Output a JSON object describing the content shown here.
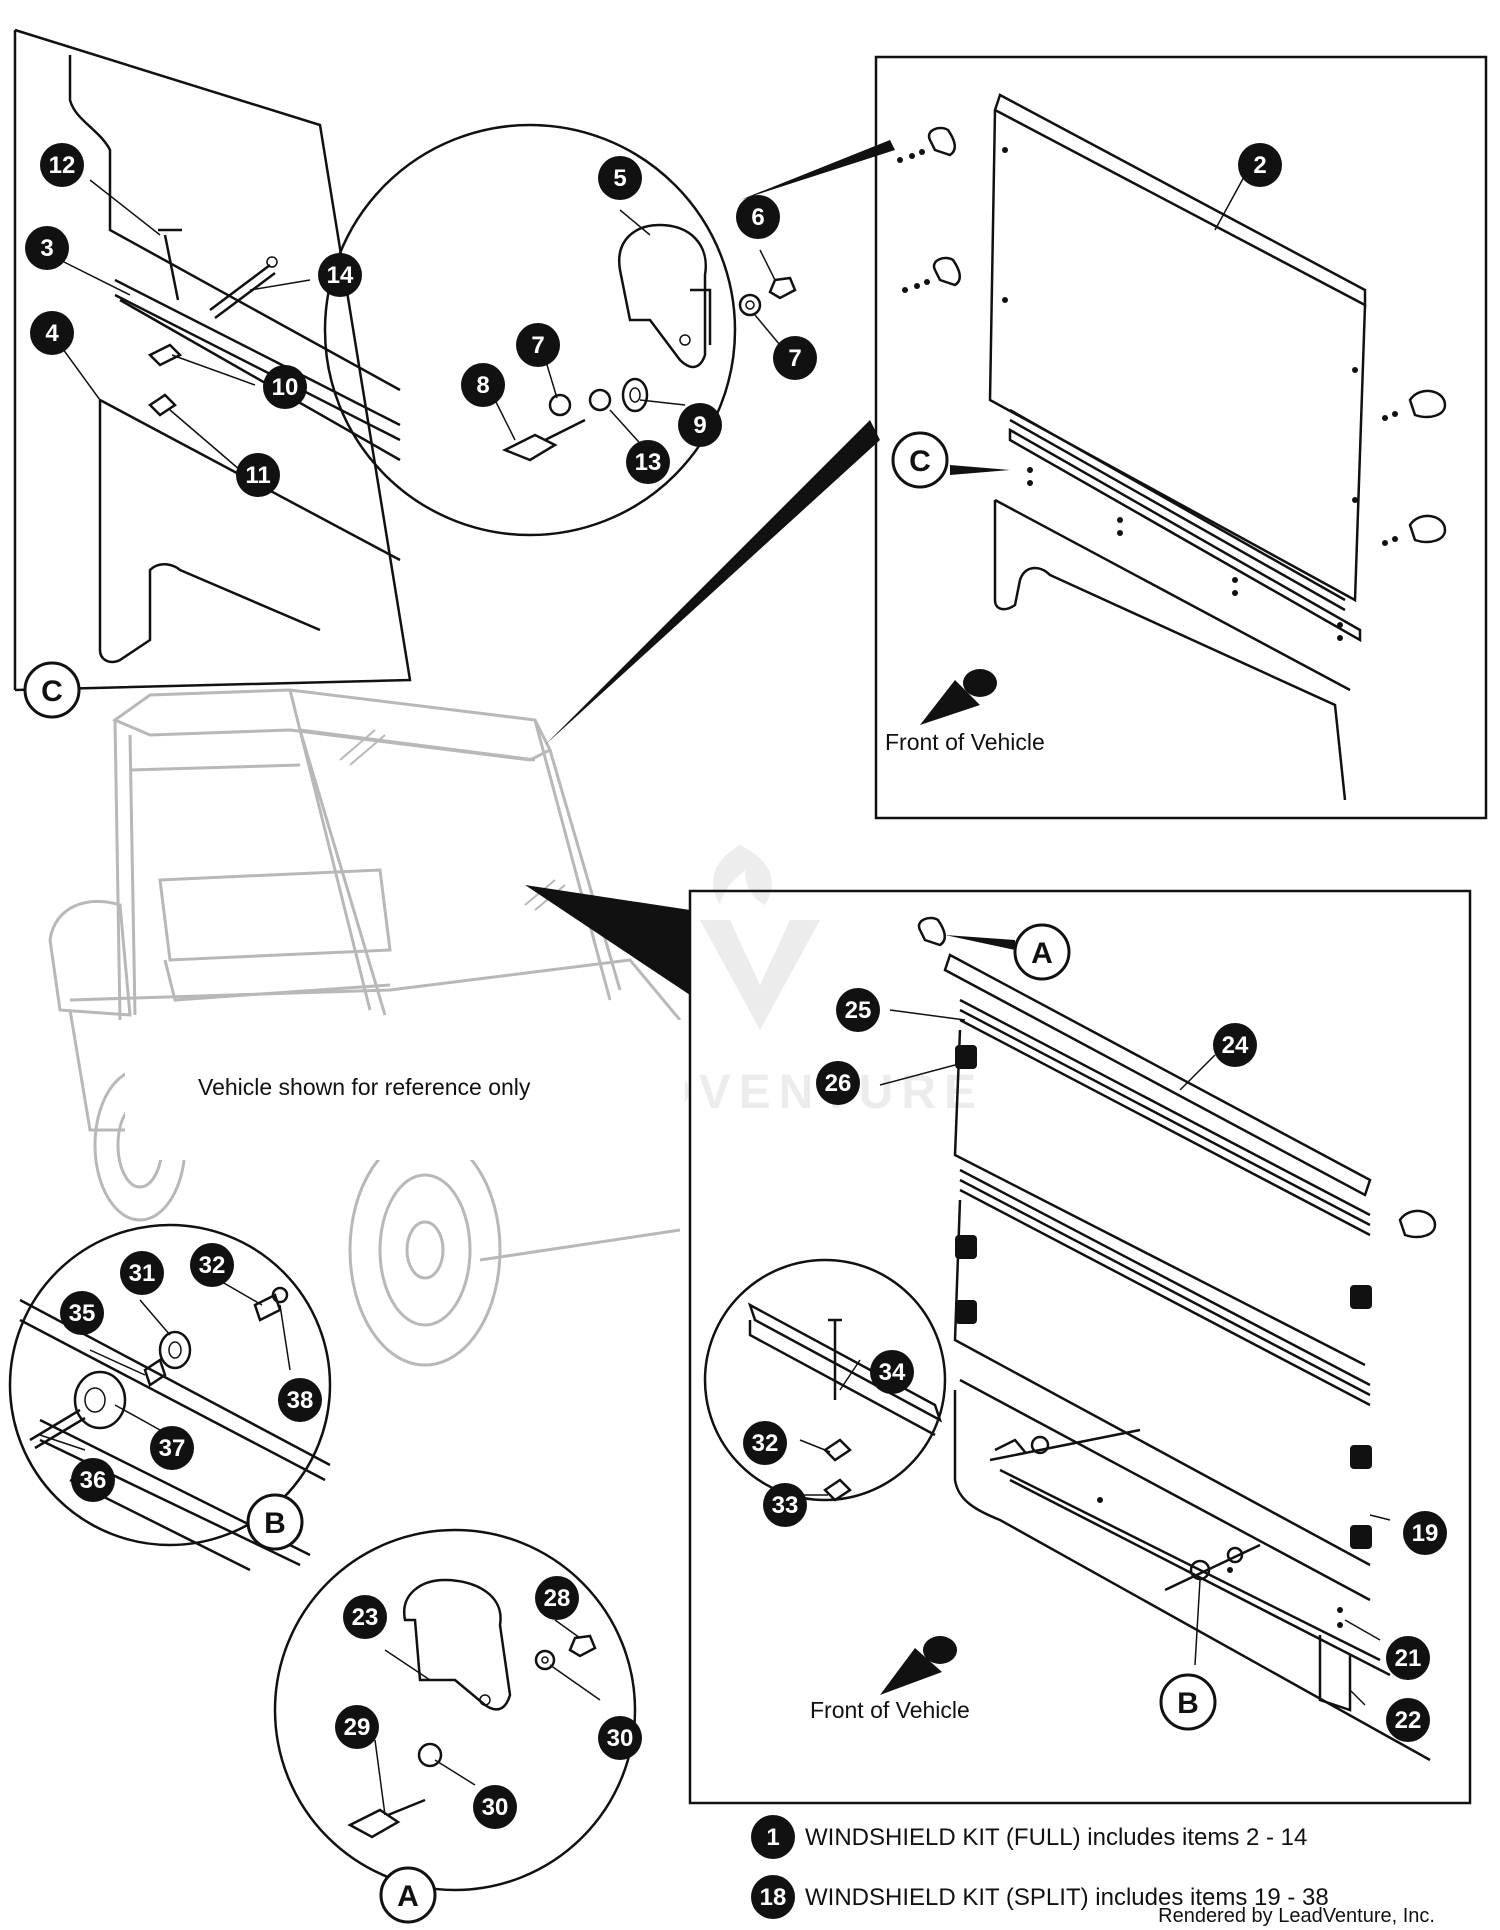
{
  "callouts": {
    "c12": "12",
    "c3": "3",
    "c14": "14",
    "c4": "4",
    "c10": "10",
    "c11": "11",
    "c5": "5",
    "c6": "6",
    "c7a": "7",
    "c7b": "7",
    "c8": "8",
    "c9": "9",
    "c13": "13",
    "c2": "2",
    "c25": "25",
    "c24": "24",
    "c26": "26",
    "c19": "19",
    "c21": "21",
    "c22": "22",
    "c34": "34",
    "c32b": "32",
    "c33": "33",
    "c31": "31",
    "c32a": "32",
    "c35": "35",
    "c38": "38",
    "c37": "37",
    "c36": "36",
    "c23": "23",
    "c28": "28",
    "c29": "29",
    "c30a": "30",
    "c30b": "30"
  },
  "letters": {
    "C_topleft": "C",
    "C_panel": "C",
    "A_panel": "A",
    "B_panel": "B",
    "B_circle": "B",
    "A_circle": "A"
  },
  "front_of_vehicle_top": "Front of Vehicle",
  "front_of_vehicle_bottom": "Front of Vehicle",
  "reference_note": "Vehicle shown for reference only",
  "watermark": "LEADVENTURE",
  "legend": {
    "full": {
      "num": "1",
      "text": "WINDSHIELD KIT (FULL) includes items 2 - 14"
    },
    "split": {
      "num": "18",
      "text": "WINDSHIELD KIT (SPLIT) includes items 19 - 38"
    }
  },
  "credit": "Rendered by LeadVenture, Inc."
}
